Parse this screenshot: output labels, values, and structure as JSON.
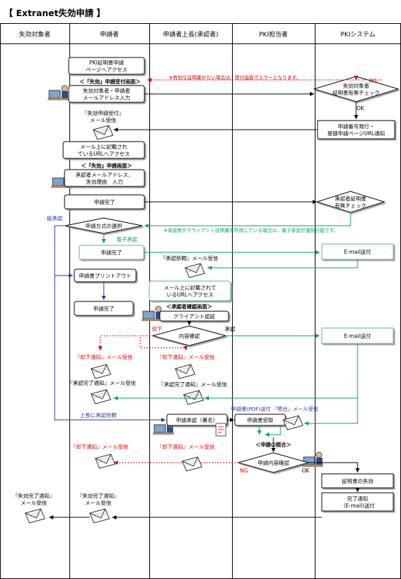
{
  "title": "【 Extranet失効申請 】",
  "lanes": [
    "失効対象者",
    "申請者",
    "申請者上長(承認者)",
    "PKI担当者",
    "PKIシステム"
  ],
  "colors": {
    "flow": "#000000",
    "green": "#00a65a",
    "red": "#e00000",
    "blue": "#1f3a9a",
    "box_border": "#000000",
    "green_box_border": "#55bb88"
  },
  "nodes": {
    "pki_access": [
      "PKI証明書申請",
      "ページへアクセス"
    ],
    "shikou_screen": "＜『失効』申請受付画面＞",
    "input_email": [
      "失効対象者・申請者",
      "メールアドレス入力"
    ],
    "check_cert": [
      "失効対象者",
      "証明書有無チェック"
    ],
    "receipt_mail": [
      "『失効申請受付』",
      "メール受信"
    ],
    "issue_number": [
      "申請番号発行・",
      "登録申請ページURL通知"
    ],
    "access_url": [
      "メール上に記載され",
      "ているURLへアクセス"
    ],
    "shikou_screen2": "＜『失効』申請画面＞",
    "input_reason": [
      "承認者メールアドレス、",
      "失効理由　入力"
    ],
    "apply_done": "申請完了",
    "check_approver": [
      "承認者証明書",
      "有無チェック"
    ],
    "select_method": "申請方式の選択",
    "apply_done_e": "申請完了",
    "email_send1": "E-mail送付",
    "approval_mail": "『承認依頼』メール受信",
    "printout": "申請書プリントアウト",
    "approver_access": [
      "メール上に記載されて",
      "いるURLへアクセス"
    ],
    "approver_screen": "＜承認者確認画面＞",
    "client_auth": "クライアント認証",
    "apply_done_p": "申請完了",
    "content_check": "内容確認",
    "email_send2": "E-mail送付",
    "reject_mail_applicant": "『却下通知』メール受信",
    "reject_mail_boss": "『却下通知』メール受信",
    "approve_done_applicant": "『承認完了通知』メール受信",
    "approve_done_boss": "『承認完了通知』メール受信",
    "sign_approval": "申請承認（署名）",
    "form_receive": "申請書受取",
    "shokai_mail": "申請書(PDF)送付 『照合』メール受信",
    "shokai_screen": "＜申請の照合＞",
    "reject_mail_applicant2": "『却下通知』メール受信",
    "reject_mail_boss2": "『却下通知』メール受信",
    "content_check2": "申請内容確認",
    "revoke": "証明書の失効",
    "done_notice": [
      "完了通知",
      "（E-mail)送付"
    ],
    "target_done_mail": [
      "『失効完了通知』",
      "メール受信"
    ],
    "applicant_done_mail": [
      "『失効完了通知』",
      "メール受信"
    ]
  },
  "labels": {
    "note_no_cert": "※有効な証明書がない場合は、受付画面でエラーとなります。",
    "ng1": "NG",
    "ok1": "OK",
    "paper_approval": "紙承認",
    "e_approval": "電子承認",
    "note_client_cert": "※承認者がクライアント証明書を所持している場合は、電子承認が選択可能です。",
    "reject": "却下",
    "approve": "承認",
    "ask_boss": "上長に承認依頼",
    "ng2": "NG",
    "ok2": "OK"
  },
  "icons": [
    "person-at-computer-icon",
    "envelope-icon",
    "document-icon"
  ]
}
